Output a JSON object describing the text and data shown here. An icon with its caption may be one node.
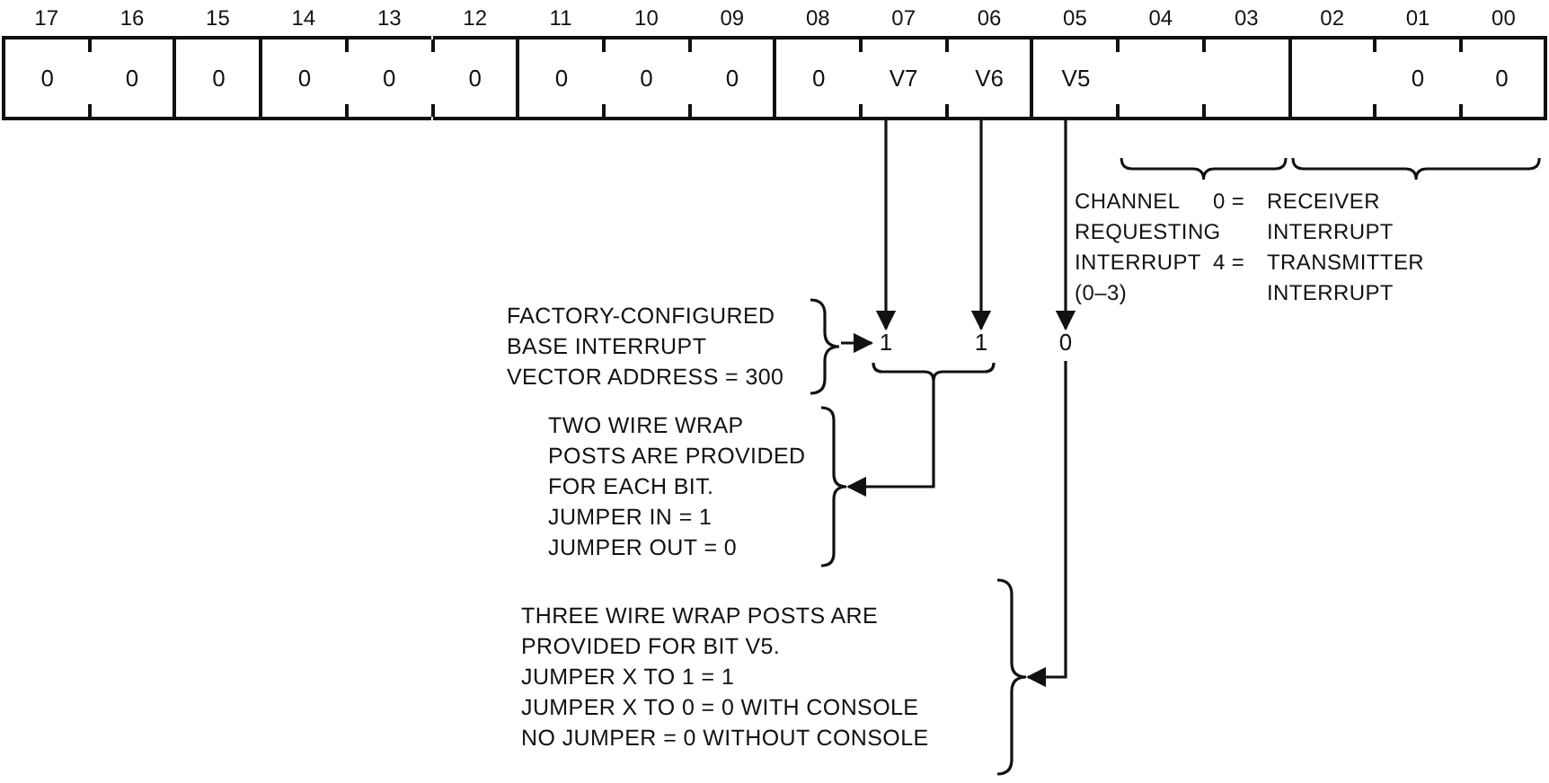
{
  "diagram": {
    "nodes": [
      {
        "text": [
          "0"
        ],
        "beside": [
          "17"
        ]
      },
      {
        "text": [
          "0"
        ],
        "beside": [
          "16"
        ]
      },
      {
        "text": [
          "0"
        ],
        "beside": [
          "15"
        ]
      },
      {
        "text": [
          "0"
        ],
        "beside": [
          "14"
        ]
      },
      {
        "text": [
          "0"
        ],
        "beside": [
          "13"
        ]
      },
      {
        "text": [
          "0"
        ],
        "beside": [
          "12"
        ]
      },
      {
        "text": [
          "0"
        ],
        "beside": [
          "11"
        ]
      },
      {
        "text": [
          "0"
        ],
        "beside": [
          "10"
        ]
      },
      {
        "text": [
          "0"
        ],
        "beside": [
          "09"
        ]
      },
      {
        "text": [
          "0"
        ],
        "beside": [
          "08"
        ]
      },
      {
        "text": [
          "V7"
        ],
        "beside": [
          "07"
        ]
      },
      {
        "text": [
          "V6"
        ],
        "beside": [
          "06"
        ]
      },
      {
        "text": [
          "V5"
        ],
        "beside": [
          "05"
        ]
      },
      {
        "text": [],
        "shape": "box",
        "beside": [
          "04"
        ]
      },
      {
        "text": [],
        "shape": "box",
        "beside": [
          "03"
        ]
      },
      {
        "text": [],
        "shape": "box",
        "beside": [
          "02"
        ]
      },
      {
        "text": [
          "0"
        ],
        "beside": [
          "01"
        ]
      },
      {
        "text": [
          "0"
        ],
        "beside": [
          "00"
        ]
      },
      {
        "text": [
          "1"
        ]
      },
      {
        "text": [
          "1"
        ]
      },
      {
        "text": [
          "0"
        ]
      },
      {
        "text": [
          "FACTORY-CONFIGURED BASE INTERRUPT VECTOR ADDRESS = 300"
        ]
      },
      {
        "text": [
          "TWO WIRE WRAP POSTS ARE PROVIDED FOR EACH BIT.",
          "JUMPER IN = 1",
          "JUMPER OUT = 0"
        ]
      },
      {
        "text": [
          "THREE WIRE WRAP POSTS ARE PROVIDED FOR BIT V5.",
          "JUMPER X TO 1 = 1",
          "JUMPER X TO 0 = 0 WITH CONSOLE",
          "NO JUMPER = 0 WITHOUT CONSOLE"
        ]
      }
    ],
    "edges": [
      {
        "from": 10,
        "to": 18,
        "arrow": "to"
      },
      {
        "from": 11,
        "to": 19,
        "arrow": "to"
      },
      {
        "from": 12,
        "to": 20,
        "arrow": "to"
      },
      {
        "from": 21,
        "to": 18,
        "arrow": "to"
      },
      {
        "from": 18,
        "to": 22,
        "arrow": "to"
      },
      {
        "from": 19,
        "to": 22,
        "arrow": "to"
      },
      {
        "from": 20,
        "to": 23,
        "arrow": "to"
      }
    ],
    "labels": [
      "CHANNEL REQUESTING INTERRUPT (0–3)",
      "0 =",
      "RECEIVER INTERRUPT",
      "4 =",
      "TRANSMITTER INTERRUPT"
    ]
  }
}
